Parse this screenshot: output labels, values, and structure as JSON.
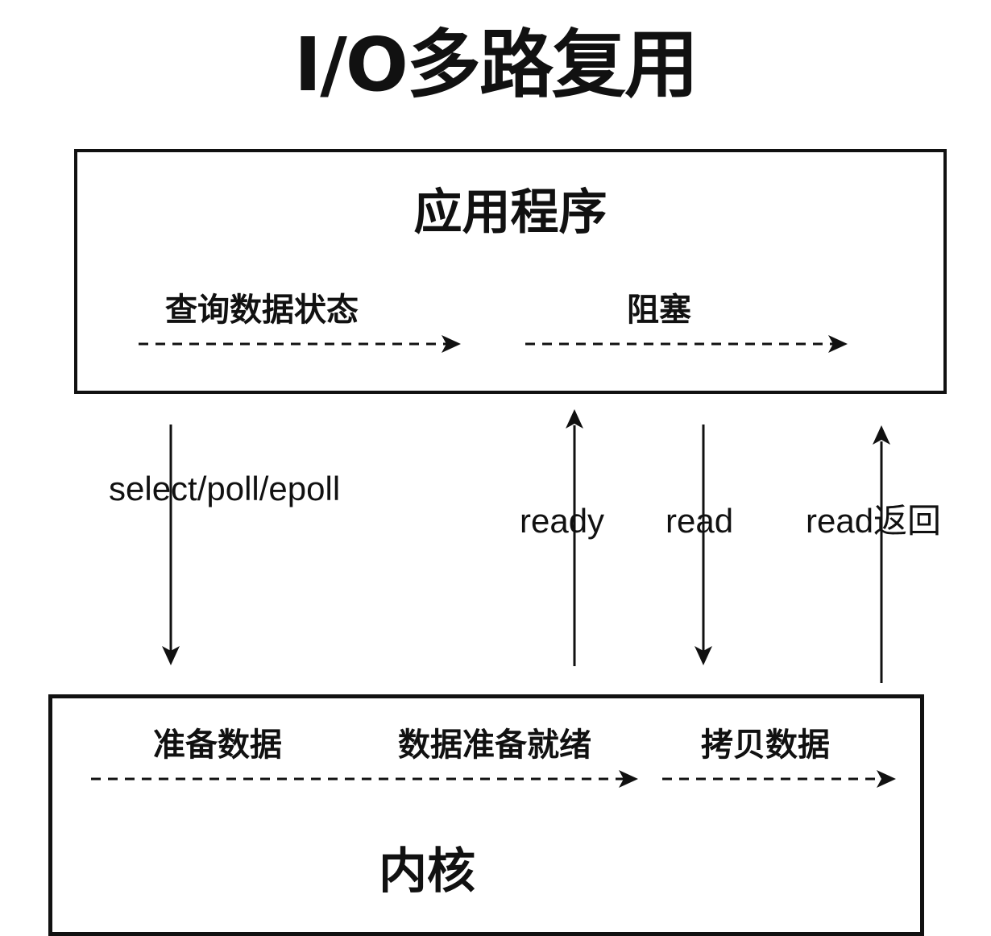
{
  "title": "I/O多路复用",
  "app": {
    "name": "应用程序",
    "steps": [
      "查询数据状态",
      "阻塞"
    ]
  },
  "kernel": {
    "name": "内核",
    "steps": [
      "准备数据",
      "数据准备就绪",
      "拷贝数据"
    ]
  },
  "calls": {
    "select": "select/poll/epoll",
    "ready": "ready",
    "read": "read",
    "read_return": "read返回"
  },
  "colors": {
    "line": "#111111",
    "background": "#ffffff"
  }
}
